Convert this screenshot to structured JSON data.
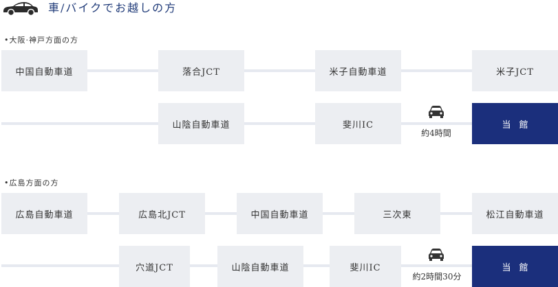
{
  "header": {
    "title": "車/バイクでお越しの方",
    "icon": "car-icon"
  },
  "routes": {
    "osaka": {
      "heading": "•大阪·神戸方面の方",
      "row1": [
        "中国自動車道",
        "落合JCT",
        "米子自動車道",
        "米子JCT"
      ],
      "row2": [
        "山陰自動車道",
        "斐川IC"
      ],
      "time": "約4時間",
      "destination": "当館"
    },
    "hiroshima": {
      "heading": "•広島方面の方",
      "row1": [
        "広島自動車道",
        "広島北JCT",
        "中国自動車道",
        "三次東",
        "松江自動車道"
      ],
      "row2": [
        "穴道JCT",
        "山陰自動車道",
        "斐川IC"
      ],
      "time": "約2時間30分",
      "destination": "当館"
    }
  },
  "colors": {
    "accent": "#1b2f7c",
    "box": "#eceef2",
    "line": "#e6e9f0",
    "title": "#1f3a78"
  }
}
